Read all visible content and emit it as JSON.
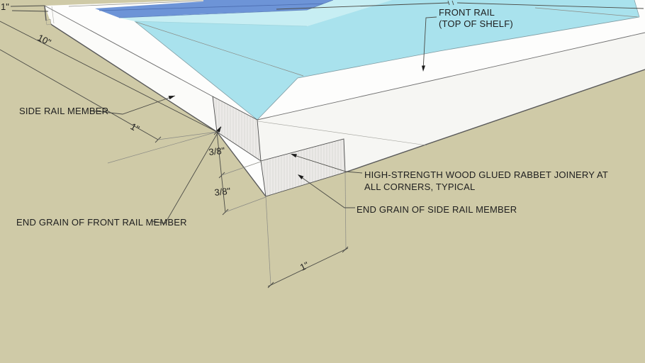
{
  "labels": {
    "front_rail": {
      "line1": "FRONT RAIL",
      "line2": "(TOP OF SHELF)"
    },
    "side_rail": "SIDE RAIL MEMBER",
    "joinery": {
      "line1": "HIGH-STRENGTH WOOD GLUED RABBET JOINERY AT",
      "line2": "ALL CORNERS, TYPICAL"
    },
    "end_grain_side": "END GRAIN OF SIDE RAIL MEMBER",
    "end_grain_front": "END GRAIN OF FRONT RAIL MEMBER"
  },
  "dimensions": {
    "top_left_width": "1\"",
    "side_length": "10\"",
    "left_width": "1\"",
    "rabbet_upper": "3/8\"",
    "rabbet_lower": "3/8\"",
    "bottom_width": "1\""
  },
  "colors": {
    "ground": "#cfcaa7",
    "face_white": "#fdfdfc",
    "face_front": "#f6f6f3",
    "face_side": "#fbfbf9",
    "shelf_cyan": "#a9e2ed",
    "shelf_pale": "#c7eef3",
    "back_blue": "#6d94d7",
    "blue_seam": "#4b6db1",
    "hatch_bg": "#efeeec",
    "hatch_line": "#dbdad7",
    "text": "#1e1e1e"
  }
}
